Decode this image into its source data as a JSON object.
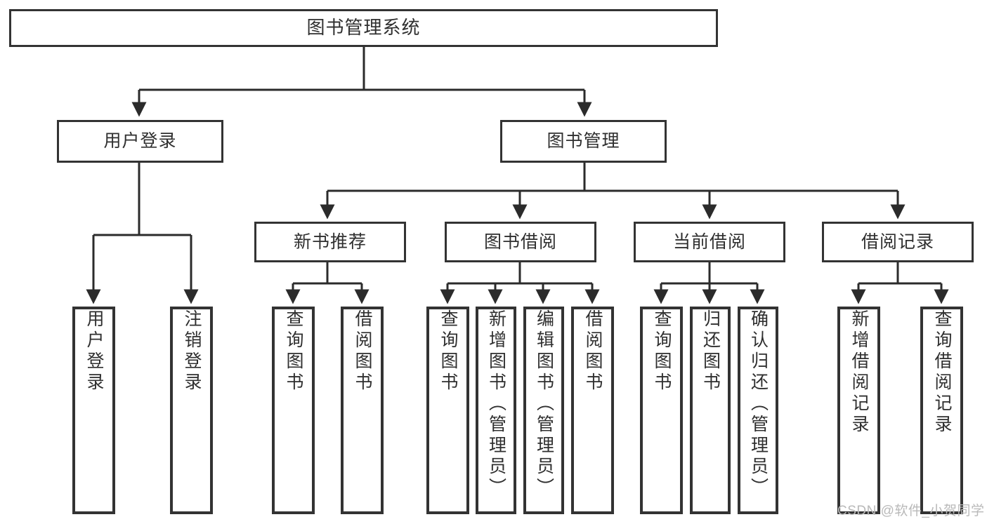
{
  "diagram": {
    "type": "tree",
    "title": "图书管理系统",
    "root": {
      "label": "图书管理系统"
    },
    "level1": [
      {
        "label": "用户登录"
      },
      {
        "label": "图书管理"
      }
    ],
    "level2": [
      {
        "label": "新书推荐"
      },
      {
        "label": "图书借阅"
      },
      {
        "label": "当前借阅"
      },
      {
        "label": "借阅记录"
      }
    ],
    "leaves": {
      "user_login": [
        {
          "label": "用户登录"
        },
        {
          "label": "注销登录"
        }
      ],
      "new_book_recommend": [
        {
          "label": "查询图书"
        },
        {
          "label": "借阅图书"
        }
      ],
      "book_borrow": [
        {
          "label": "查询图书"
        },
        {
          "label": "新增图书（管理员）"
        },
        {
          "label": "编辑图书（管理员）"
        },
        {
          "label": "借阅图书"
        }
      ],
      "current_borrow": [
        {
          "label": "查询图书"
        },
        {
          "label": "归还图书"
        },
        {
          "label": "确认归还（管理员）"
        }
      ],
      "borrow_record": [
        {
          "label": "新增借阅记录"
        },
        {
          "label": "查询借阅记录"
        }
      ]
    }
  },
  "watermark": {
    "text": "CSDN @软件_小贺同学"
  },
  "colors": {
    "box_border": "#333333",
    "box_fill": "#ffffff",
    "edge": "#2b2b2b",
    "text": "#2f2f2f",
    "watermark": "#b9b9b9",
    "background": "#ffffff"
  }
}
